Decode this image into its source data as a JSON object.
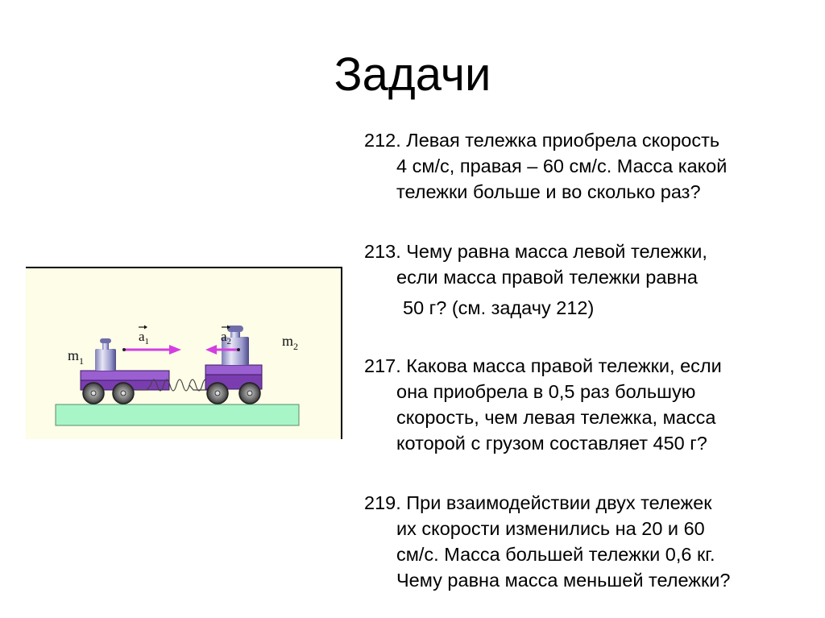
{
  "slide": {
    "title": "Задачи",
    "figure": {
      "labels": {
        "m1": "m",
        "m1_sub": "1",
        "m2": "m",
        "m2_sub": "2",
        "a1": "a",
        "a1_sub": "1",
        "a2": "a",
        "a2_sub": "2"
      },
      "colors": {
        "background": "#fdfde8",
        "cart": "#7a3db0",
        "cart_top": "#9a5fd0",
        "arrow": "#d43ee0",
        "table": "#a8f5c8",
        "weight": "#a9a8d8"
      }
    },
    "tasks": [
      {
        "number": "212.",
        "lines": [
          "212. Левая тележка приобрела скорость",
          "4 см/с, правая – 60 см/с. Масса какой",
          "тележки больше и во сколько раз?"
        ]
      },
      {
        "number": "213.",
        "lines": [
          "213. Чему равна масса левой тележки,",
          "если масса правой тележки равна",
          "50 г? (см. задачу 212)"
        ]
      },
      {
        "number": "217.",
        "lines": [
          "217. Какова масса правой тележки, если",
          "она приобрела в 0,5 раз большую",
          "скорость, чем левая тележка, масса",
          "которой с грузом составляет 450 г?"
        ]
      },
      {
        "number": "219.",
        "lines": [
          "219. При взаимодействии двух тележек",
          "их скорости изменились на 20 и 60",
          "см/с. Масса большей тележки 0,6 кг.",
          "Чему равна масса меньшей тележки?"
        ]
      }
    ]
  }
}
